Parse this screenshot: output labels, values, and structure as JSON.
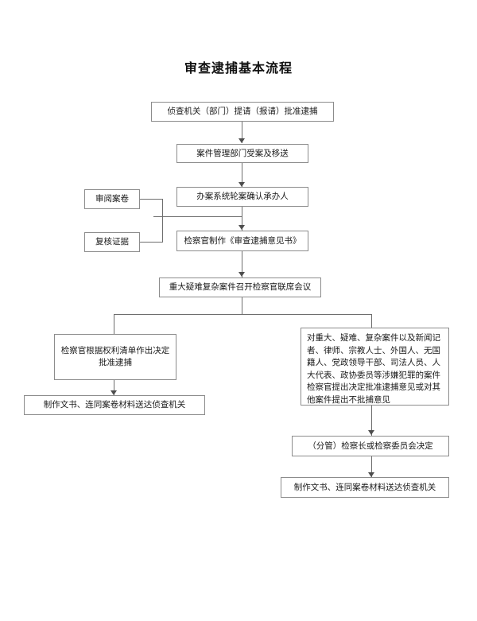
{
  "document": {
    "title": "审查逮捕基本流程"
  },
  "flowchart": {
    "type": "flowchart",
    "orientation": "top-to-bottom",
    "nodes": [
      {
        "id": "n1",
        "label": "侦查机关（部门）提请（报请）批准逮捕"
      },
      {
        "id": "n2",
        "label": "案件管理部门受案及移送"
      },
      {
        "id": "n3",
        "label": "办案系统轮案确认承办人"
      },
      {
        "id": "n4",
        "label": "检察官制作《审查逮捕意见书》"
      },
      {
        "id": "n5",
        "label": "重大疑难复杂案件召开检察官联席会议"
      },
      {
        "id": "side1",
        "label": "审阅案卷"
      },
      {
        "id": "side2",
        "label": "复核证据"
      },
      {
        "id": "left1",
        "label": "检察官根据权利清单作出决定\n批准逮捕"
      },
      {
        "id": "left2",
        "label": "制作文书、连同案卷材料送达侦查机关"
      },
      {
        "id": "right1",
        "label": "对重大、疑难、复杂案件以及新闻记者、律师、宗教人士、外国人、无国籍人、党政领导干部、司法人员、人大代表、政协委员等涉嫌犯罪的案件检察官提出决定批准逮捕意见或对其他案件提出不批捕意见"
      },
      {
        "id": "right2",
        "label": "（分管）检察长或检察委员会决定"
      },
      {
        "id": "right3",
        "label": "制作文书、连同案卷材料送达侦查机关"
      }
    ],
    "edges": [
      {
        "from": "n1",
        "to": "n2"
      },
      {
        "from": "n2",
        "to": "n3"
      },
      {
        "from": "n3",
        "to": "n4"
      },
      {
        "from": "side1",
        "to": "n4"
      },
      {
        "from": "side2",
        "to": "n4"
      },
      {
        "from": "n4",
        "to": "n5"
      },
      {
        "from": "n5",
        "to": "left1"
      },
      {
        "from": "n5",
        "to": "right1"
      },
      {
        "from": "left1",
        "to": "left2"
      },
      {
        "from": "right1",
        "to": "right2"
      },
      {
        "from": "right2",
        "to": "right3"
      }
    ],
    "colors": {
      "page_background": "#ffffff",
      "node_border": "#8c8c8c",
      "connector": "#6e6e6e",
      "text": "#1a1a1a"
    }
  }
}
